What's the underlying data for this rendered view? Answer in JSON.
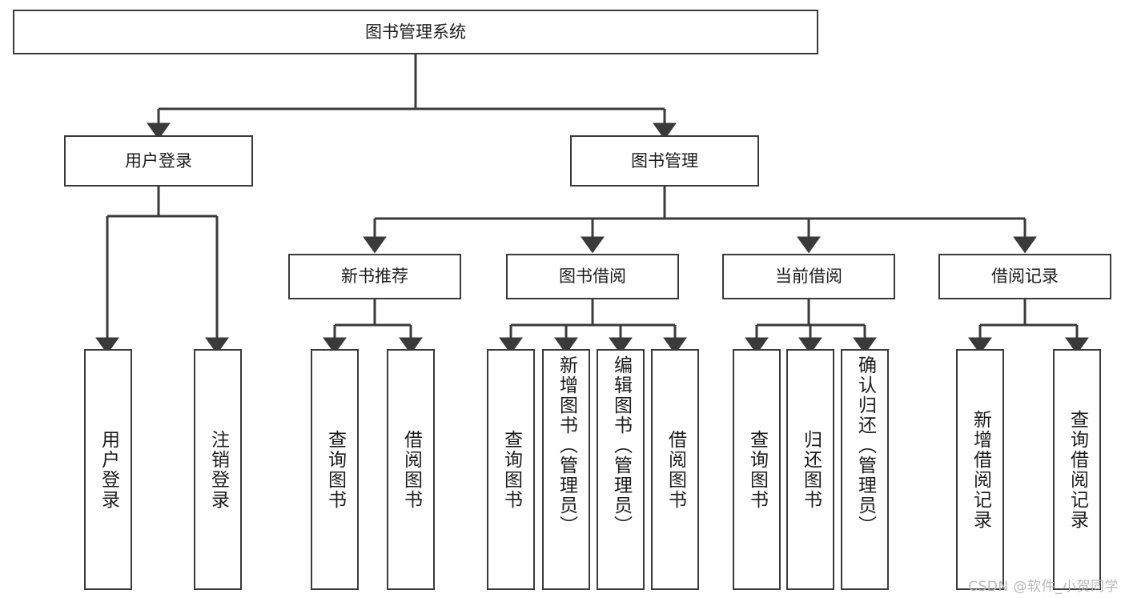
{
  "diagram": {
    "title": "图书管理系统",
    "type": "tree-hierarchy",
    "root": {
      "label": "图书管理系统"
    },
    "level2": [
      {
        "label": "用户登录"
      },
      {
        "label": "图书管理"
      }
    ],
    "level3": [
      {
        "label": "新书推荐"
      },
      {
        "label": "图书借阅"
      },
      {
        "label": "当前借阅"
      },
      {
        "label": "借阅记录"
      }
    ],
    "leaves": {
      "user_login": [
        {
          "label": "用户登录"
        },
        {
          "label": "注销登录"
        }
      ],
      "new_book_recommend": [
        {
          "label": "查询图书"
        },
        {
          "label": "借阅图书"
        }
      ],
      "book_borrow": [
        {
          "label": "查询图书"
        },
        {
          "label": "新增图书（管理员）"
        },
        {
          "label": "编辑图书（管理员）"
        },
        {
          "label": "借阅图书"
        }
      ],
      "current_borrow": [
        {
          "label": "查询图书"
        },
        {
          "label": "归还图书"
        },
        {
          "label": "确认归还（管理员）"
        }
      ],
      "borrow_record": [
        {
          "label": "新增借阅记录"
        },
        {
          "label": "查询借阅记录"
        }
      ]
    }
  },
  "watermark": {
    "text": "CSDN @软件_小贺同学"
  },
  "colors": {
    "stroke": "#3a3a3a",
    "text": "#1c1c1c",
    "background": "#ffffff",
    "watermark": "#b8b8b8"
  }
}
